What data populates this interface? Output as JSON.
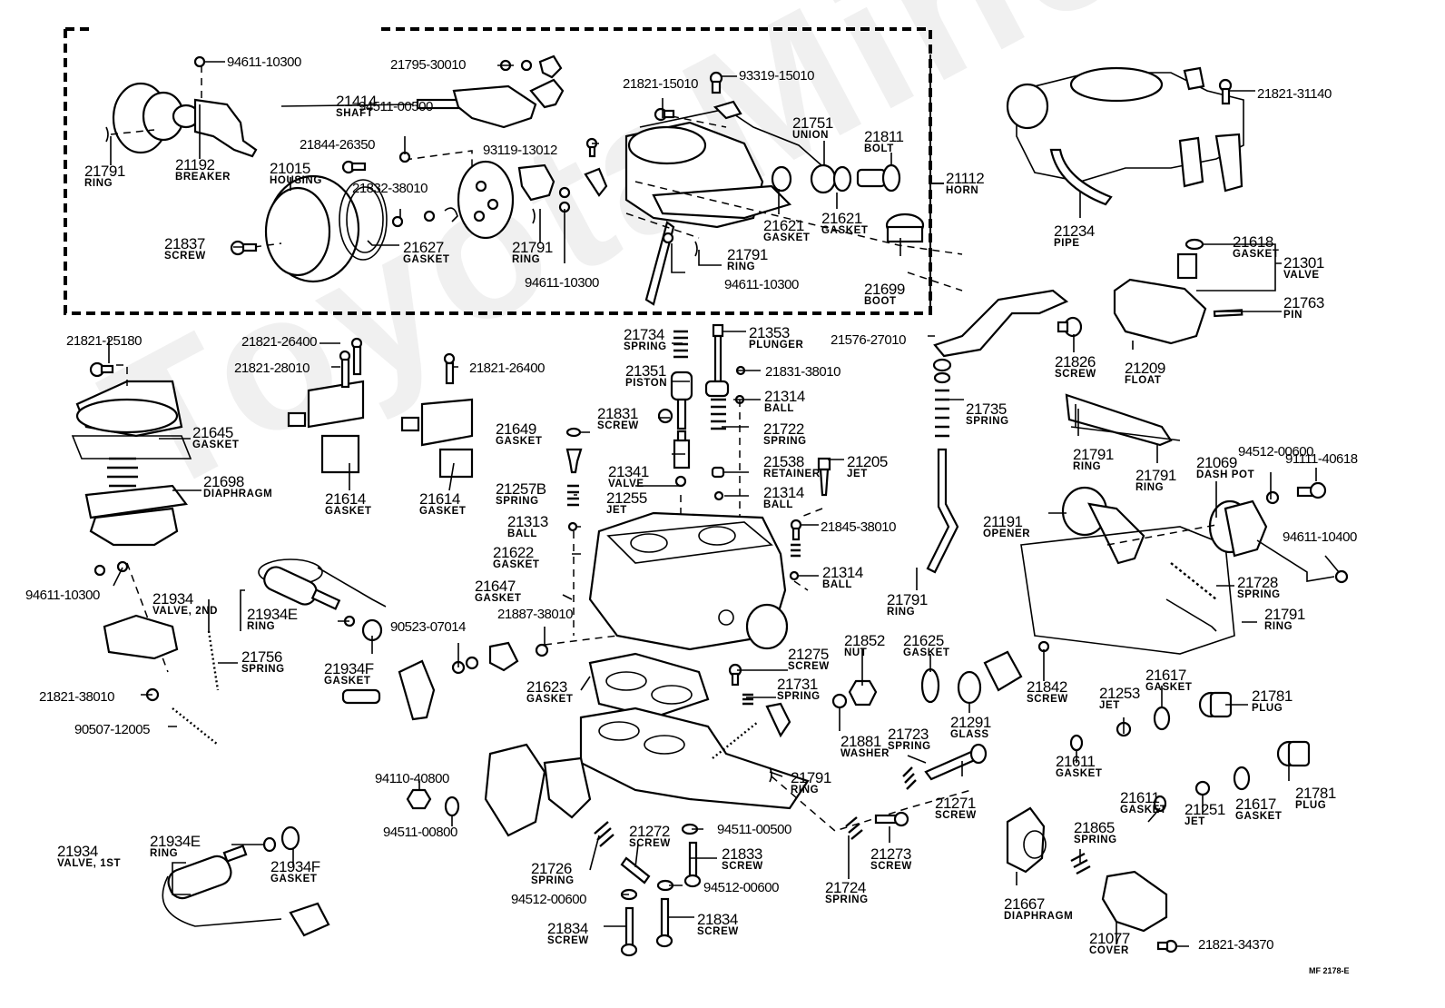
{
  "diagram": {
    "title": "Carburetor exploded parts diagram",
    "reference_code": "MF 2178-E",
    "watermark": "ToyotaMine.ru",
    "group_label": {
      "number": "21112",
      "name": "HORN"
    },
    "callouts": [
      {
        "id": "c01",
        "number": "94611-10300",
        "name": ""
      },
      {
        "id": "c02",
        "number": "21795-30010",
        "name": ""
      },
      {
        "id": "c03",
        "number": "21414",
        "name": "SHAFT"
      },
      {
        "id": "c04",
        "number": "21791",
        "name": "RING"
      },
      {
        "id": "c05",
        "number": "21192",
        "name": "BREAKER"
      },
      {
        "id": "c06",
        "number": "94511-00500",
        "name": ""
      },
      {
        "id": "c07",
        "number": "21844-26350",
        "name": ""
      },
      {
        "id": "c08",
        "number": "21015",
        "name": "HOUSING"
      },
      {
        "id": "c09",
        "number": "21832-38010",
        "name": ""
      },
      {
        "id": "c10",
        "number": "21837",
        "name": "SCREW"
      },
      {
        "id": "c11",
        "number": "21627",
        "name": "GASKET"
      },
      {
        "id": "c12",
        "number": "21821-15010",
        "name": ""
      },
      {
        "id": "c13",
        "number": "93319-15010",
        "name": ""
      },
      {
        "id": "c14",
        "number": "93119-13012",
        "name": ""
      },
      {
        "id": "c15",
        "number": "21751",
        "name": "UNION"
      },
      {
        "id": "c16",
        "number": "21811",
        "name": "BOLT"
      },
      {
        "id": "c17",
        "number": "21791",
        "name": "RING"
      },
      {
        "id": "c18",
        "number": "94611-10300",
        "name": ""
      },
      {
        "id": "c19",
        "number": "21791",
        "name": "RING"
      },
      {
        "id": "c20",
        "number": "94611-10300",
        "name": ""
      },
      {
        "id": "c21",
        "number": "21621",
        "name": "GASKET"
      },
      {
        "id": "c22",
        "number": "21621",
        "name": "GASKET"
      },
      {
        "id": "c23",
        "number": "21699",
        "name": "BOOT"
      },
      {
        "id": "c24",
        "number": "21821-31140",
        "name": ""
      },
      {
        "id": "c25",
        "number": "21234",
        "name": "PIPE"
      },
      {
        "id": "c26",
        "number": "21618",
        "name": "GASKET"
      },
      {
        "id": "c27",
        "number": "21301",
        "name": "VALVE"
      },
      {
        "id": "c28",
        "number": "21763",
        "name": "PIN"
      },
      {
        "id": "c29",
        "number": "21826",
        "name": "SCREW"
      },
      {
        "id": "c30",
        "number": "21209",
        "name": "FLOAT"
      },
      {
        "id": "c31",
        "number": "21576-27010",
        "name": ""
      },
      {
        "id": "c32",
        "number": "21735",
        "name": "SPRING"
      },
      {
        "id": "c33",
        "number": "21821-25180",
        "name": ""
      },
      {
        "id": "c34",
        "number": "21645",
        "name": "GASKET"
      },
      {
        "id": "c35",
        "number": "21698",
        "name": "DIAPHRAGM"
      },
      {
        "id": "c36",
        "number": "94611-10300",
        "name": ""
      },
      {
        "id": "c37",
        "number": "21821-26400",
        "name": ""
      },
      {
        "id": "c38",
        "number": "21821-28010",
        "name": ""
      },
      {
        "id": "c39",
        "number": "21614",
        "name": "GASKET"
      },
      {
        "id": "c40",
        "number": "21821-26400",
        "name": ""
      },
      {
        "id": "c41",
        "number": "21614",
        "name": "GASKET"
      },
      {
        "id": "c42",
        "number": "21734",
        "name": "SPRING"
      },
      {
        "id": "c43",
        "number": "21353",
        "name": "PLUNGER"
      },
      {
        "id": "c44",
        "number": "21351",
        "name": "PISTON"
      },
      {
        "id": "c45",
        "number": "21831-38010",
        "name": ""
      },
      {
        "id": "c46",
        "number": "21314",
        "name": "BALL"
      },
      {
        "id": "c47",
        "number": "21831",
        "name": "SCREW"
      },
      {
        "id": "c48",
        "number": "21722",
        "name": "SPRING"
      },
      {
        "id": "c49",
        "number": "21649",
        "name": "GASKET"
      },
      {
        "id": "c50",
        "number": "21341",
        "name": "VALVE"
      },
      {
        "id": "c51",
        "number": "21538",
        "name": "RETAINER"
      },
      {
        "id": "c52",
        "number": "21205",
        "name": "JET"
      },
      {
        "id": "c53",
        "number": "21257B",
        "name": "SPRING"
      },
      {
        "id": "c54",
        "number": "21255",
        "name": "JET"
      },
      {
        "id": "c55",
        "number": "21314",
        "name": "BALL"
      },
      {
        "id": "c56",
        "number": "21313",
        "name": "BALL"
      },
      {
        "id": "c57",
        "number": "21845-38010",
        "name": ""
      },
      {
        "id": "c58",
        "number": "21622",
        "name": "GASKET"
      },
      {
        "id": "c59",
        "number": "21314",
        "name": "BALL"
      },
      {
        "id": "c60",
        "number": "21647",
        "name": "GASKET"
      },
      {
        "id": "c61",
        "number": "21887-38010",
        "name": ""
      },
      {
        "id": "c62",
        "number": "21791",
        "name": "RING"
      },
      {
        "id": "c63",
        "number": "21791",
        "name": "RING"
      },
      {
        "id": "c64",
        "number": "21791",
        "name": "RING"
      },
      {
        "id": "c65",
        "number": "94512-00600",
        "name": ""
      },
      {
        "id": "c66",
        "number": "91111-40618",
        "name": ""
      },
      {
        "id": "c67",
        "number": "21069",
        "name": "DASH POT"
      },
      {
        "id": "c68",
        "number": "21191",
        "name": "OPENER"
      },
      {
        "id": "c69",
        "number": "94611-10400",
        "name": ""
      },
      {
        "id": "c70",
        "number": "21728",
        "name": "SPRING"
      },
      {
        "id": "c71",
        "number": "21791",
        "name": "RING"
      },
      {
        "id": "c72",
        "number": "21934",
        "name": "VALVE, 2ND"
      },
      {
        "id": "c73",
        "number": "21934E",
        "name": "RING"
      },
      {
        "id": "c74",
        "number": "21756",
        "name": "SPRING"
      },
      {
        "id": "c75",
        "number": "21934F",
        "name": "GASKET"
      },
      {
        "id": "c76",
        "number": "90523-07014",
        "name": ""
      },
      {
        "id": "c77",
        "number": "21821-38010",
        "name": ""
      },
      {
        "id": "c78",
        "number": "90507-12005",
        "name": ""
      },
      {
        "id": "c79",
        "number": "21623",
        "name": "GASKET"
      },
      {
        "id": "c80",
        "number": "21275",
        "name": "SCREW"
      },
      {
        "id": "c81",
        "number": "21731",
        "name": "SPRING"
      },
      {
        "id": "c82",
        "number": "21852",
        "name": "NUT"
      },
      {
        "id": "c83",
        "number": "21625",
        "name": "GASKET"
      },
      {
        "id": "c84",
        "number": "21881",
        "name": "WASHER"
      },
      {
        "id": "c85",
        "number": "21791",
        "name": "RING"
      },
      {
        "id": "c86",
        "number": "21291",
        "name": "GLASS"
      },
      {
        "id": "c87",
        "number": "21842",
        "name": "SCREW"
      },
      {
        "id": "c88",
        "number": "21253",
        "name": "JET"
      },
      {
        "id": "c89",
        "number": "21617",
        "name": "GASKET"
      },
      {
        "id": "c90",
        "number": "21781",
        "name": "PLUG"
      },
      {
        "id": "c91",
        "number": "21723",
        "name": "SPRING"
      },
      {
        "id": "c92",
        "number": "21271",
        "name": "SCREW"
      },
      {
        "id": "c93",
        "number": "21611",
        "name": "GASKET"
      },
      {
        "id": "c94",
        "number": "21781",
        "name": "PLUG"
      },
      {
        "id": "c95",
        "number": "21251",
        "name": "JET"
      },
      {
        "id": "c96",
        "number": "21617",
        "name": "GASKET"
      },
      {
        "id": "c97",
        "number": "21611",
        "name": "GASKET"
      },
      {
        "id": "c98",
        "number": "21865",
        "name": "SPRING"
      },
      {
        "id": "c99",
        "number": "21667",
        "name": "DIAPHRAGM"
      },
      {
        "id": "c100",
        "number": "21077",
        "name": "COVER"
      },
      {
        "id": "c101",
        "number": "21821-34370",
        "name": ""
      },
      {
        "id": "c102",
        "number": "94110-40800",
        "name": ""
      },
      {
        "id": "c103",
        "number": "94511-00800",
        "name": ""
      },
      {
        "id": "c104",
        "number": "21934",
        "name": "VALVE, 1ST"
      },
      {
        "id": "c105",
        "number": "21934E",
        "name": "RING"
      },
      {
        "id": "c106",
        "number": "21934F",
        "name": "GASKET"
      },
      {
        "id": "c107",
        "number": "21272",
        "name": "SCREW"
      },
      {
        "id": "c108",
        "number": "94511-00500",
        "name": ""
      },
      {
        "id": "c109",
        "number": "21726",
        "name": "SPRING"
      },
      {
        "id": "c110",
        "number": "21833",
        "name": "SCREW"
      },
      {
        "id": "c111",
        "number": "94512-00600",
        "name": ""
      },
      {
        "id": "c112",
        "number": "94512-00600",
        "name": ""
      },
      {
        "id": "c113",
        "number": "21834",
        "name": "SCREW"
      },
      {
        "id": "c114",
        "number": "21834",
        "name": "SCREW"
      },
      {
        "id": "c115",
        "number": "21724",
        "name": "SPRING"
      },
      {
        "id": "c116",
        "number": "21273",
        "name": "SCREW"
      }
    ]
  }
}
